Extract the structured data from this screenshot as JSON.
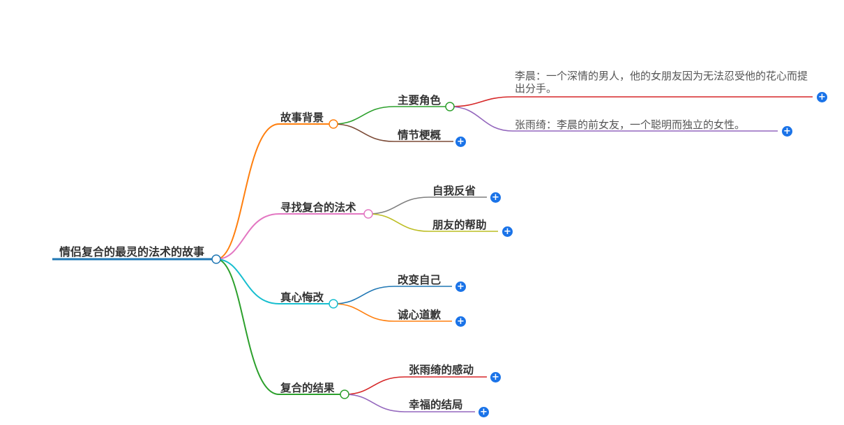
{
  "colors": {
    "root_line": "#1f77b4",
    "bg": "#1f77b4",
    "fh": "#d84a8e",
    "zx": "#19b5c9",
    "jg": "#2ca02c",
    "char": "#2ca02c",
    "plot": "#7b4a36",
    "li": "#d62728",
    "zhang": "#9467bd",
    "reflect": "#7f7f7f",
    "friend": "#bcbd22",
    "change": "#1f77b4",
    "apology": "#ff7f0e",
    "moved": "#d62728",
    "ending": "#9467bd",
    "plus": "#1a73e8"
  },
  "mindmap": {
    "root": "情侣复合的最灵的法术的故事",
    "branches": [
      {
        "label": "故事背景",
        "children": [
          {
            "label": "主要角色",
            "children": [
              {
                "label": "李晨：一个深情的男人，他的女朋友因为无法忍受他的花心而提出分手。"
              },
              {
                "label": "张雨绮：李晨的前女友，一个聪明而独立的女性。"
              }
            ]
          },
          {
            "label": "情节梗概"
          }
        ]
      },
      {
        "label": "寻找复合的法术",
        "children": [
          {
            "label": "自我反省"
          },
          {
            "label": "朋友的帮助"
          }
        ]
      },
      {
        "label": "真心悔改",
        "children": [
          {
            "label": "改变自己"
          },
          {
            "label": "诚心道歉"
          }
        ]
      },
      {
        "label": "复合的结果",
        "children": [
          {
            "label": "张雨绮的感动"
          },
          {
            "label": "幸福的结局"
          }
        ]
      }
    ]
  },
  "icons": {
    "expand": "plus-circle-icon",
    "expand_glyph": "+"
  }
}
